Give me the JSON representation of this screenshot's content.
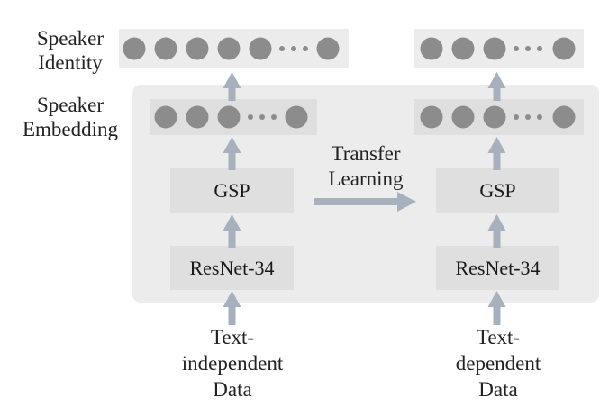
{
  "labels": {
    "speaker_identity": [
      "Speaker",
      "Identity"
    ],
    "speaker_embedding": [
      "Speaker",
      "Embedding"
    ],
    "transfer": [
      "Transfer",
      "Learning"
    ]
  },
  "left_column": {
    "pool_label": "GSP",
    "backbone_label": "ResNet-34",
    "input": [
      "Text-",
      "independent",
      "Data"
    ]
  },
  "right_column": {
    "pool_label": "GSP",
    "backbone_label": "ResNet-34",
    "input": [
      "Text-",
      "dependent",
      "Data"
    ]
  },
  "colors": {
    "panel": "#ececec",
    "box": "#dfdfdf",
    "node": "#8c8c8c",
    "arrow": "#a6b1bd"
  }
}
